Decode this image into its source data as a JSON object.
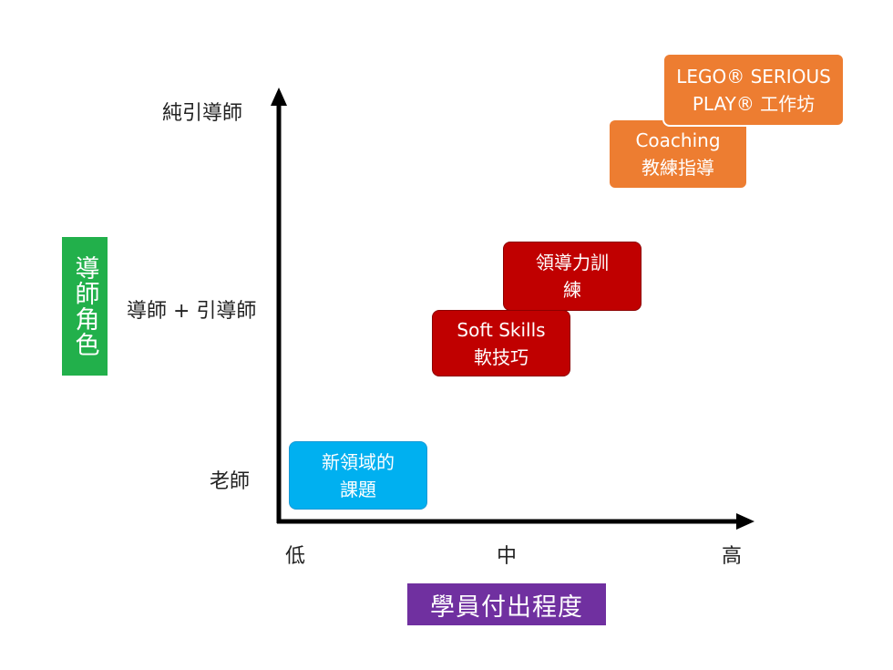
{
  "y_axis": {
    "title": "導師角色",
    "levels": [
      "老師",
      "導師 + 引導師",
      "純引導師"
    ]
  },
  "x_axis": {
    "title": "學員付出程度",
    "levels": [
      "低",
      "中",
      "高"
    ]
  },
  "items": [
    {
      "line1": "新領域的",
      "line2": "課題"
    },
    {
      "line1": "Soft Skills",
      "line2": "軟技巧"
    },
    {
      "line1": "領導力訓",
      "line2": "練"
    },
    {
      "line1": "Coaching",
      "line2": "教練指導"
    },
    {
      "line1": "LEGO® SERIOUS",
      "line2": "PLAY® 工作坊"
    }
  ],
  "colors": {
    "new_topic": "#00b0f0",
    "soft_skills": "#c00000",
    "leadership": "#c00000",
    "coaching": "#ed7d31",
    "lego": "#ed7d31",
    "y_title_bg": "#22b04b",
    "x_title_bg": "#7030a0"
  }
}
